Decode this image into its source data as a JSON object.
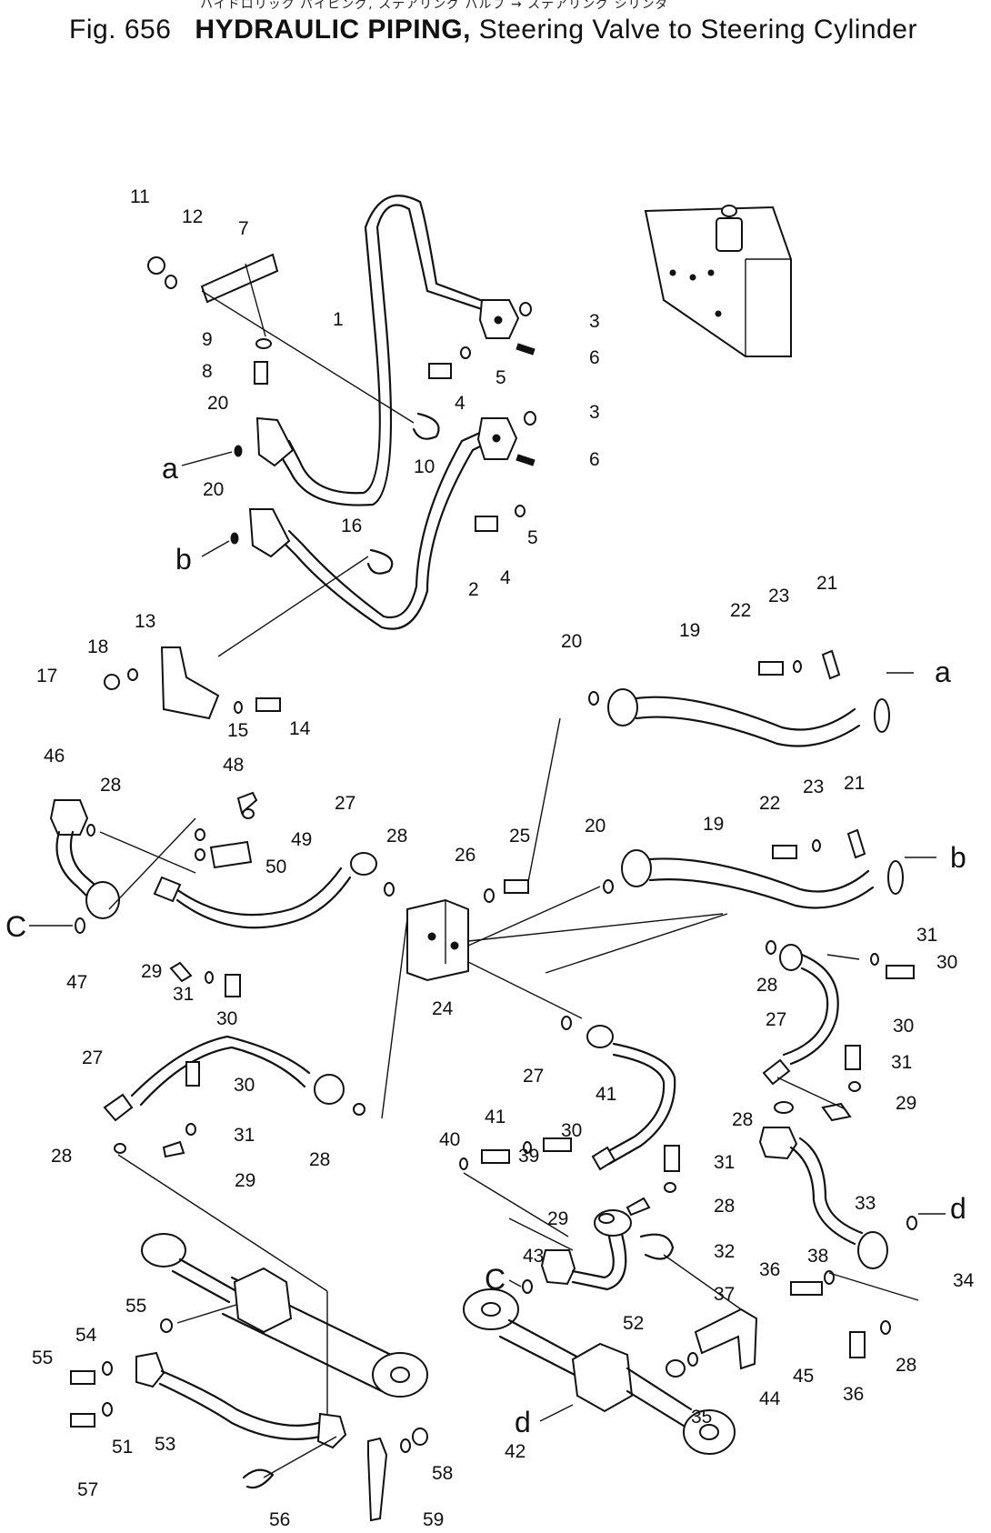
{
  "header": {
    "japanese_caption": "ハイドロリック パイピング, ステアリング バルブ → ステアリング シリンダ",
    "fig_label": "Fig. 656",
    "title_bold": "HYDRAULIC PIPING,",
    "title_rest": "Steering Valve to Steering Cylinder"
  },
  "callouts": [
    {
      "id": "c1",
      "text": "11"
    },
    {
      "id": "c2",
      "text": "12"
    },
    {
      "id": "c3",
      "text": "7"
    },
    {
      "id": "c4",
      "text": "1"
    },
    {
      "id": "c5",
      "text": "9"
    },
    {
      "id": "c6",
      "text": "8"
    },
    {
      "id": "c7",
      "text": "3"
    },
    {
      "id": "c8",
      "text": "6"
    },
    {
      "id": "c9",
      "text": "5"
    },
    {
      "id": "c10",
      "text": "4"
    },
    {
      "id": "c11",
      "text": "3"
    },
    {
      "id": "c12",
      "text": "20"
    },
    {
      "id": "c13",
      "text": "10"
    },
    {
      "id": "c14",
      "text": "6"
    },
    {
      "id": "c15",
      "text": "20"
    },
    {
      "id": "c16",
      "text": "16"
    },
    {
      "id": "c17",
      "text": "5"
    },
    {
      "id": "c18",
      "text": "4"
    },
    {
      "id": "c19",
      "text": "2"
    },
    {
      "id": "c20",
      "text": "13"
    },
    {
      "id": "c21",
      "text": "18"
    },
    {
      "id": "c22",
      "text": "17"
    },
    {
      "id": "c23",
      "text": "15"
    },
    {
      "id": "c24",
      "text": "14"
    },
    {
      "id": "c25",
      "text": "20"
    },
    {
      "id": "c26",
      "text": "19"
    },
    {
      "id": "c27",
      "text": "22"
    },
    {
      "id": "c28",
      "text": "23"
    },
    {
      "id": "c29",
      "text": "21"
    },
    {
      "id": "c30",
      "text": "46"
    },
    {
      "id": "c31",
      "text": "28"
    },
    {
      "id": "c32",
      "text": "48"
    },
    {
      "id": "c33",
      "text": "49"
    },
    {
      "id": "c34",
      "text": "50"
    },
    {
      "id": "c35",
      "text": "27"
    },
    {
      "id": "c36",
      "text": "28"
    },
    {
      "id": "c37",
      "text": "26"
    },
    {
      "id": "c38",
      "text": "25"
    },
    {
      "id": "c39",
      "text": "20"
    },
    {
      "id": "c40",
      "text": "19"
    },
    {
      "id": "c41",
      "text": "22"
    },
    {
      "id": "c42",
      "text": "23"
    },
    {
      "id": "c43",
      "text": "21"
    },
    {
      "id": "c44",
      "text": "47"
    },
    {
      "id": "c45",
      "text": "29"
    },
    {
      "id": "c46",
      "text": "31"
    },
    {
      "id": "c47",
      "text": "30"
    },
    {
      "id": "c48",
      "text": "24"
    },
    {
      "id": "c49",
      "text": "28"
    },
    {
      "id": "c50",
      "text": "31"
    },
    {
      "id": "c51",
      "text": "30"
    },
    {
      "id": "c52",
      "text": "27"
    },
    {
      "id": "c53",
      "text": "30"
    },
    {
      "id": "c54",
      "text": "31"
    },
    {
      "id": "c55",
      "text": "29"
    },
    {
      "id": "c56",
      "text": "28"
    },
    {
      "id": "c57",
      "text": "27"
    },
    {
      "id": "c58",
      "text": "30"
    },
    {
      "id": "c59",
      "text": "31"
    },
    {
      "id": "c60",
      "text": "28"
    },
    {
      "id": "c61",
      "text": "29"
    },
    {
      "id": "c62",
      "text": "28"
    },
    {
      "id": "c63",
      "text": "27"
    },
    {
      "id": "c64",
      "text": "41"
    },
    {
      "id": "c65",
      "text": "40"
    },
    {
      "id": "c66",
      "text": "41"
    },
    {
      "id": "c67",
      "text": "39"
    },
    {
      "id": "c68",
      "text": "30"
    },
    {
      "id": "c69",
      "text": "31"
    },
    {
      "id": "c70",
      "text": "28"
    },
    {
      "id": "c71",
      "text": "29"
    },
    {
      "id": "c72",
      "text": "32"
    },
    {
      "id": "c73",
      "text": "33"
    },
    {
      "id": "c74",
      "text": "34"
    },
    {
      "id": "c75",
      "text": "36"
    },
    {
      "id": "c76",
      "text": "38"
    },
    {
      "id": "c77",
      "text": "43"
    },
    {
      "id": "c78",
      "text": "37"
    },
    {
      "id": "c79",
      "text": "52"
    },
    {
      "id": "c80",
      "text": "55"
    },
    {
      "id": "c81",
      "text": "54"
    },
    {
      "id": "c82",
      "text": "55"
    },
    {
      "id": "c83",
      "text": "51"
    },
    {
      "id": "c84",
      "text": "53"
    },
    {
      "id": "c85",
      "text": "57"
    },
    {
      "id": "c86",
      "text": "56"
    },
    {
      "id": "c87",
      "text": "59"
    },
    {
      "id": "c88",
      "text": "58"
    },
    {
      "id": "c89",
      "text": "42"
    },
    {
      "id": "c90",
      "text": "45"
    },
    {
      "id": "c91",
      "text": "44"
    },
    {
      "id": "c92",
      "text": "35"
    },
    {
      "id": "c93",
      "text": "36"
    },
    {
      "id": "c94",
      "text": "28"
    }
  ],
  "connection_letters": [
    {
      "id": "l1",
      "text": "a"
    },
    {
      "id": "l2",
      "text": "b"
    },
    {
      "id": "l3",
      "text": "a"
    },
    {
      "id": "l4",
      "text": "b"
    },
    {
      "id": "l5",
      "text": "C"
    },
    {
      "id": "l6",
      "text": "d"
    },
    {
      "id": "l7",
      "text": "C"
    },
    {
      "id": "l8",
      "text": "d"
    }
  ]
}
